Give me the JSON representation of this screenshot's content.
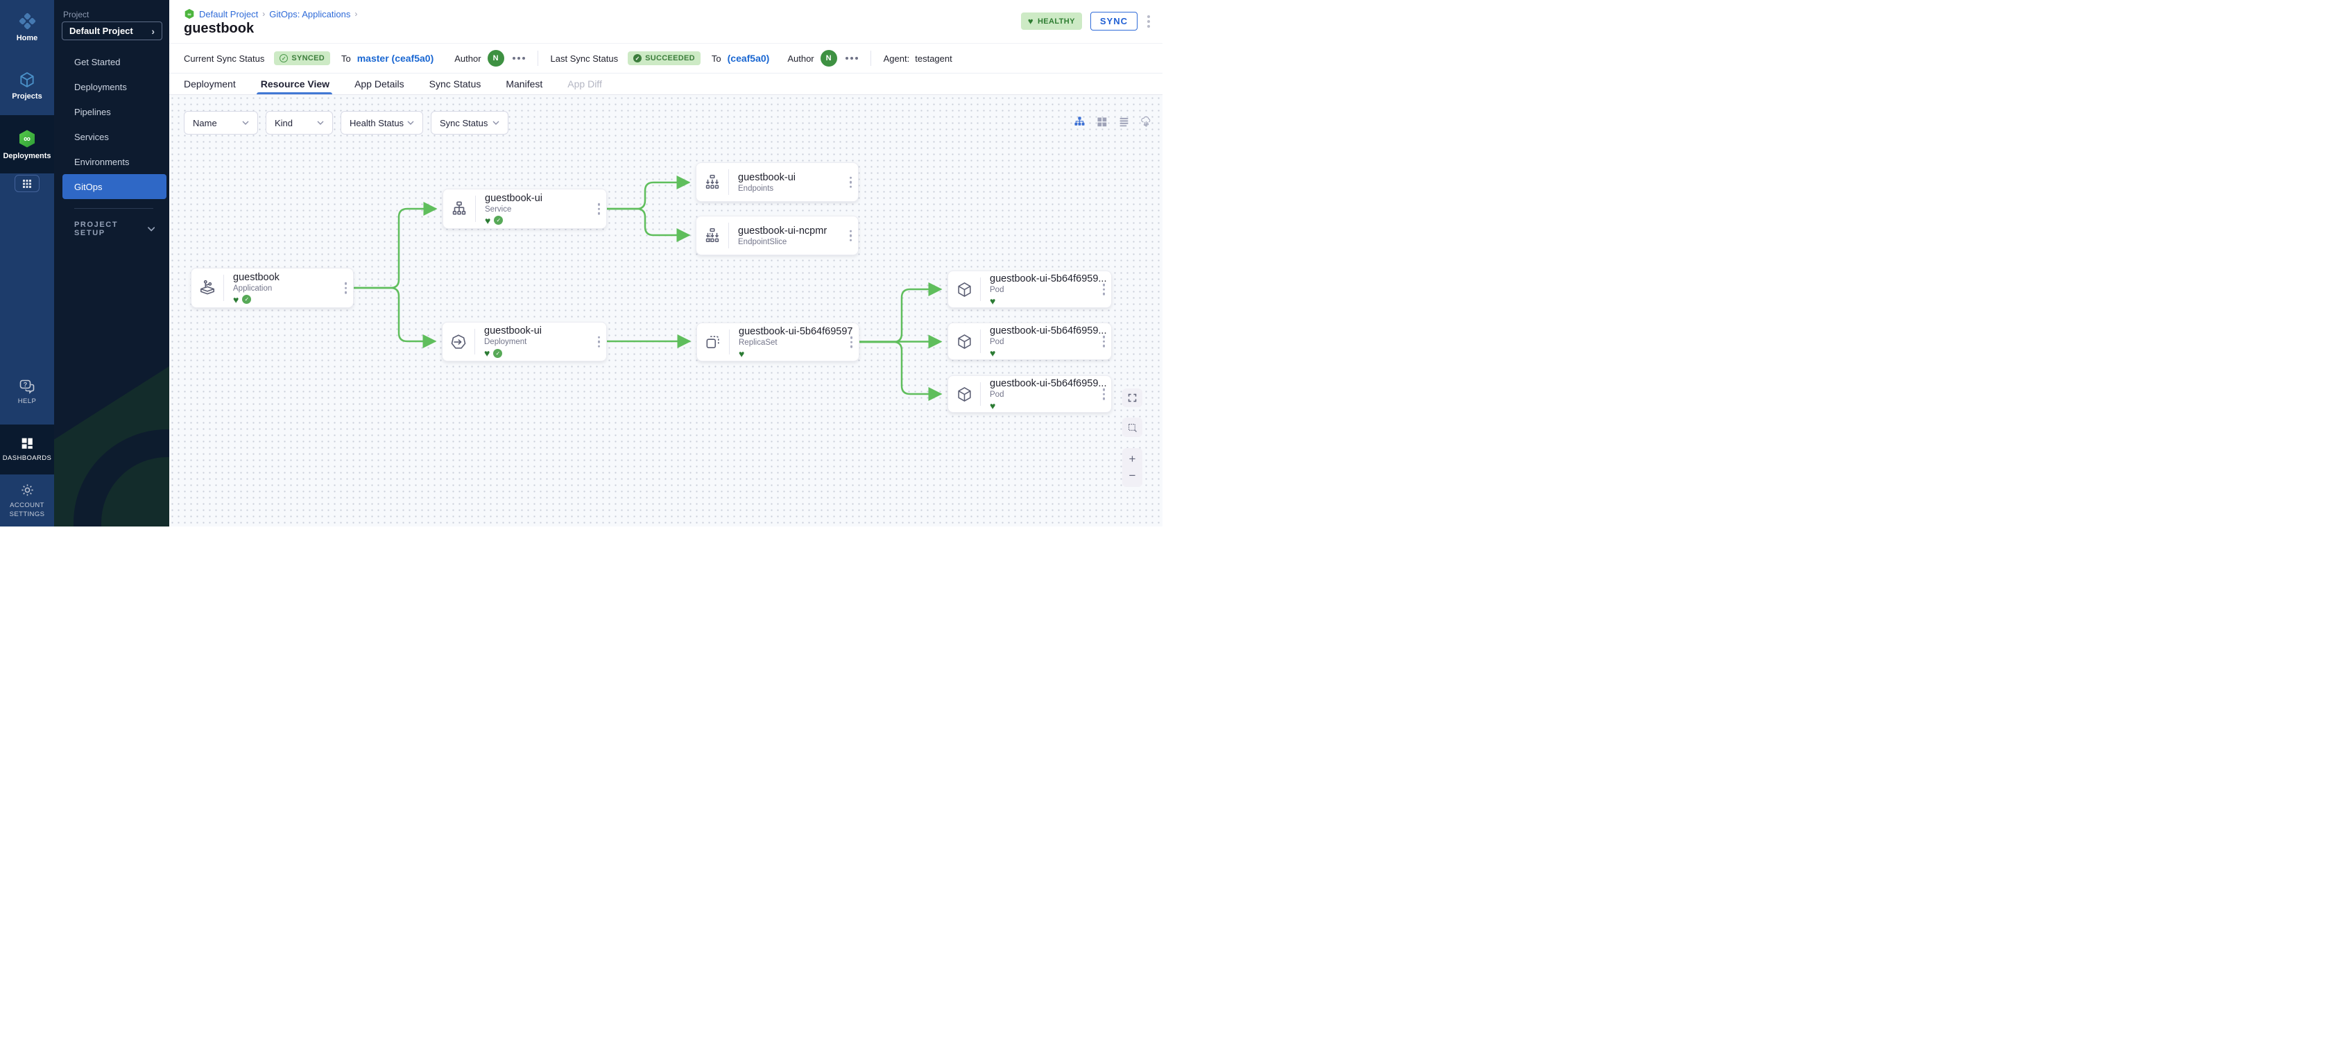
{
  "rail": {
    "home": "Home",
    "projects": "Projects",
    "deployments": "Deployments",
    "help": "HELP",
    "dashboards": "DASHBOARDS",
    "account_settings_line1": "ACCOUNT",
    "account_settings_line2": "SETTINGS"
  },
  "sidebar": {
    "section_label": "Project",
    "project_selector": "Default Project",
    "items": [
      "Get Started",
      "Deployments",
      "Pipelines",
      "Services",
      "Environments",
      "GitOps"
    ],
    "selected_item": "GitOps",
    "project_setup_label": "PROJECT SETUP"
  },
  "breadcrumb": {
    "project": "Default Project",
    "section": "GitOps: Applications"
  },
  "page_title": "guestbook",
  "status_bar": {
    "current_label": "Current Sync Status",
    "current_badge": "SYNCED",
    "to_label": "To",
    "current_target": "master (ceaf5a0)",
    "author_label": "Author",
    "author_initial": "N",
    "last_label": "Last Sync Status",
    "last_badge": "SUCCEEDED",
    "last_target": "(ceaf5a0)",
    "agent_label": "Agent:",
    "agent_value": "testagent"
  },
  "header_actions": {
    "health_badge": "HEALTHY",
    "sync_button": "SYNC"
  },
  "tabs": [
    "Deployment",
    "Resource View",
    "App Details",
    "Sync Status",
    "Manifest",
    "App Diff"
  ],
  "active_tab": "Resource View",
  "filters": [
    "Name",
    "Kind",
    "Health Status",
    "Sync Status"
  ],
  "canvas": {
    "view_modes": [
      "tree-view",
      "grid-view",
      "list-view",
      "network-view"
    ],
    "active_view_mode": "tree-view",
    "nodes": [
      {
        "title": "guestbook",
        "kind": "Application",
        "health": "healthy",
        "sync": "synced"
      },
      {
        "title": "guestbook-ui",
        "kind": "Service",
        "health": "healthy",
        "sync": "synced"
      },
      {
        "title": "guestbook-ui",
        "kind": "Endpoints"
      },
      {
        "title": "guestbook-ui-ncpmr",
        "kind": "EndpointSlice"
      },
      {
        "title": "guestbook-ui",
        "kind": "Deployment",
        "health": "healthy",
        "sync": "synced"
      },
      {
        "title": "guestbook-ui-5b64f69597",
        "kind": "ReplicaSet",
        "health": "healthy"
      },
      {
        "title": "guestbook-ui-5b64f6959...",
        "kind": "Pod",
        "health": "healthy"
      },
      {
        "title": "guestbook-ui-5b64f6959...",
        "kind": "Pod",
        "health": "healthy"
      },
      {
        "title": "guestbook-ui-5b64f6959...",
        "kind": "Pod",
        "health": "healthy"
      }
    ]
  },
  "colors": {
    "accent_blue": "#2f6bd8",
    "rail_blue": "#1d3c6b",
    "rail_dark": "#0a1a2f",
    "sidebar_dark": "#0d1b2f",
    "selected_item_blue": "#2f68c6",
    "badge_bg_green": "#cdeac5",
    "badge_text_green": "#3c7d3c",
    "edge_green": "#5fbe5c",
    "heart_green": "#2b7b33",
    "avatar_green": "#3e9142"
  }
}
